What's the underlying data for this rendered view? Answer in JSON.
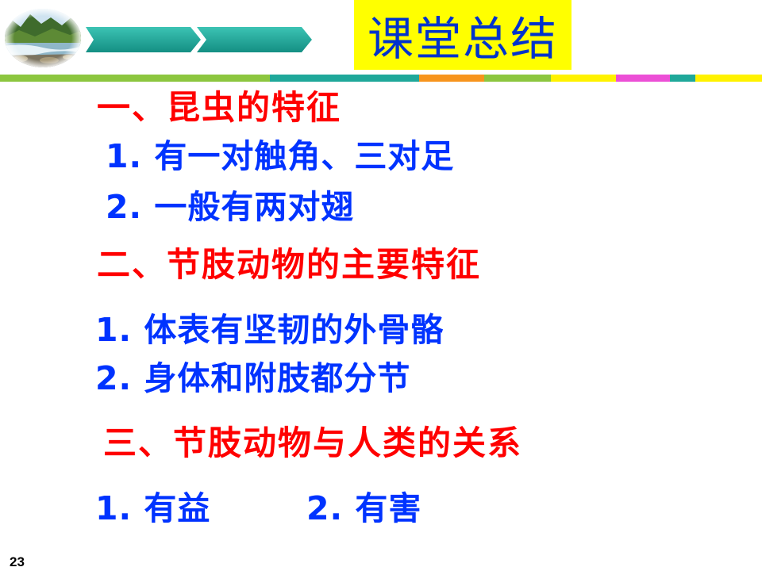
{
  "title": "课堂总结",
  "sections": [
    {
      "heading": "一、昆虫的特征",
      "items": [
        "1. 有一对触角、三对足",
        "2. 一般有两对翅"
      ]
    },
    {
      "heading": "二、节肢动物的主要特征",
      "items": [
        "1. 体表有坚韧的外骨骼",
        "2. 身体和附肢都分节"
      ]
    },
    {
      "heading": "三、节肢动物与人类的关系",
      "items": [
        "1. 有益",
        "2. 有害"
      ]
    }
  ],
  "page_number": "23",
  "colors": {
    "title_bg": "#ffff00",
    "title_text": "#0033cc",
    "heading": "#ff0000",
    "item": "#0033ff",
    "arrow_teal": "#1fa89a",
    "bar_green": "#8cc63f",
    "bar_teal": "#1fa89a",
    "bar_orange": "#f7941d",
    "bar_yellow": "#fff200",
    "bar_pink": "#ec4fd6"
  },
  "decorations": {
    "photo": "river-landscape-image",
    "arrows": "chevron-arrow-icons"
  }
}
